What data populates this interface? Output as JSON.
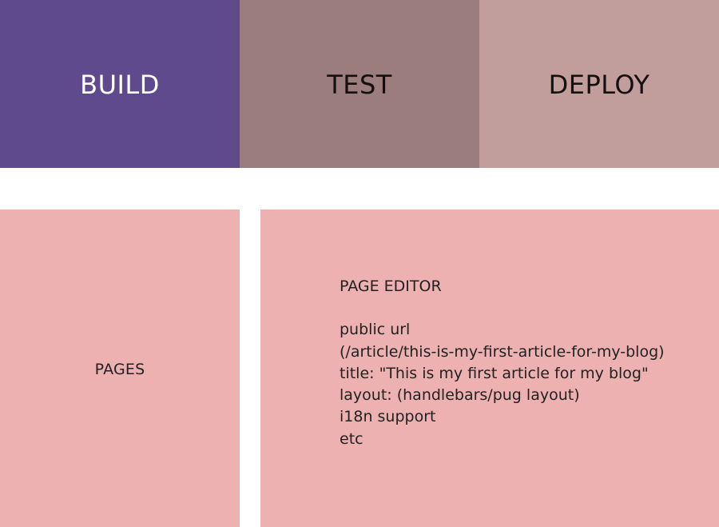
{
  "tabs": [
    {
      "label": "BUILD",
      "color": "#5e4a8c",
      "active": true
    },
    {
      "label": "TEST",
      "color": "#9b7d7d"
    },
    {
      "label": "DEPLOY",
      "color": "#c19d9b"
    }
  ],
  "pages_panel": {
    "label": "PAGES",
    "color": "#edb1b1"
  },
  "page_editor": {
    "title": "PAGE EDITOR",
    "lines": [
      "public url",
      "(/article/this-is-my-first-article-for-my-blog)",
      "title: \"This is my first article for my blog\"",
      "layout: (handlebars/pug layout)",
      "i18n support",
      "etc"
    ]
  }
}
